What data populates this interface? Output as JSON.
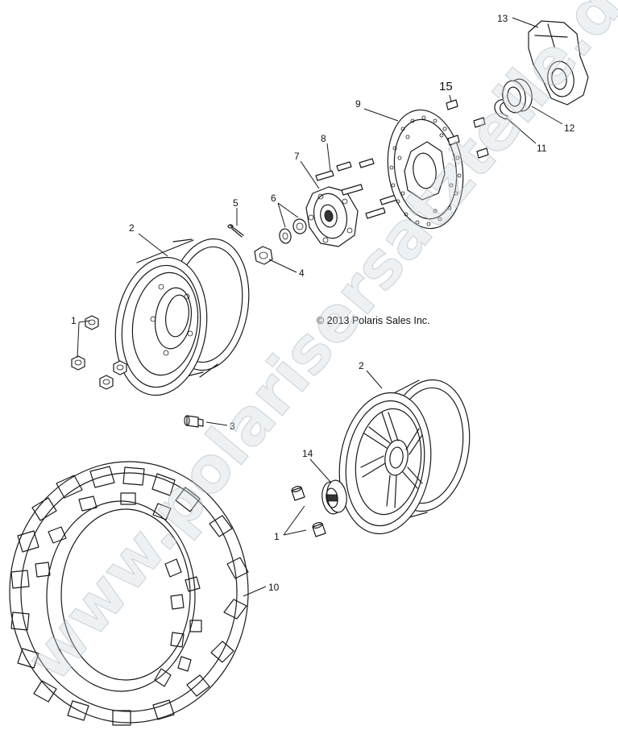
{
  "copyright": "© 2013 Polaris Sales Inc.",
  "watermark": "www.polarisersatzteile.de",
  "callouts": [
    {
      "id": "1a",
      "text": "1"
    },
    {
      "id": "1b",
      "text": "1"
    },
    {
      "id": "2a",
      "text": "2"
    },
    {
      "id": "2b",
      "text": "2"
    },
    {
      "id": "3",
      "text": "3"
    },
    {
      "id": "4",
      "text": "4"
    },
    {
      "id": "5",
      "text": "5"
    },
    {
      "id": "6",
      "text": "6"
    },
    {
      "id": "7",
      "text": "7"
    },
    {
      "id": "8",
      "text": "8"
    },
    {
      "id": "9",
      "text": "9"
    },
    {
      "id": "10",
      "text": "10"
    },
    {
      "id": "11",
      "text": "11"
    },
    {
      "id": "12",
      "text": "12"
    },
    {
      "id": "13",
      "text": "13"
    },
    {
      "id": "14",
      "text": "14"
    },
    {
      "id": "15",
      "text": "15"
    }
  ],
  "colors": {
    "line": "#1a1a1a",
    "background": "#ffffff",
    "watermark": "#9fb0bb"
  }
}
